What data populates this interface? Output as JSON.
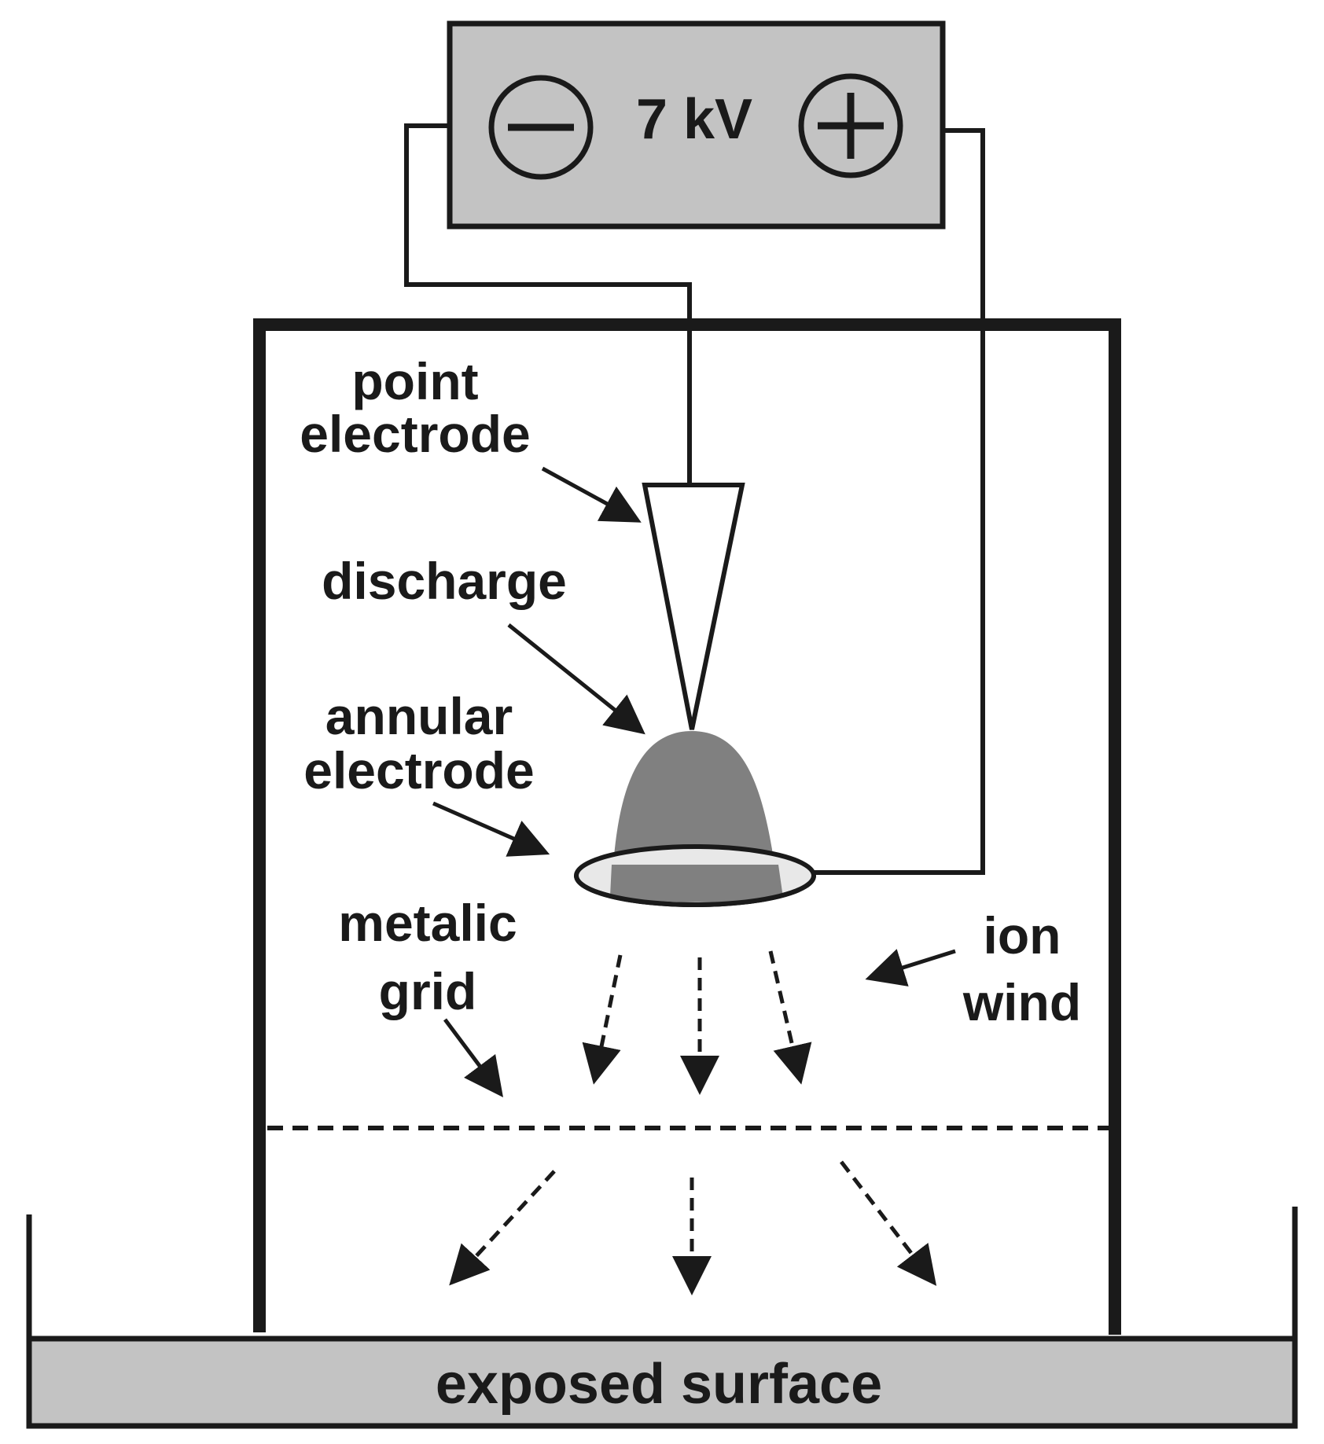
{
  "power_supply": {
    "voltage_label": "7 kV",
    "negative_symbol": "minus-icon",
    "positive_symbol": "plus-icon"
  },
  "labels": {
    "point_electrode_line1": "point",
    "point_electrode_line2": "electrode",
    "discharge": "discharge",
    "annular_electrode_line1": "annular",
    "annular_electrode_line2": "electrode",
    "metalic_grid_line1": "metalic",
    "metalic_grid_line2": "grid",
    "ion_wind_line1": "ion",
    "ion_wind_line2": "wind",
    "exposed_surface": "exposed surface"
  },
  "colors": {
    "box_fill": "#c3c3c3",
    "discharge_fill": "#808080",
    "annulus_fill": "#e8e8e8",
    "line": "#1a1a1a"
  }
}
